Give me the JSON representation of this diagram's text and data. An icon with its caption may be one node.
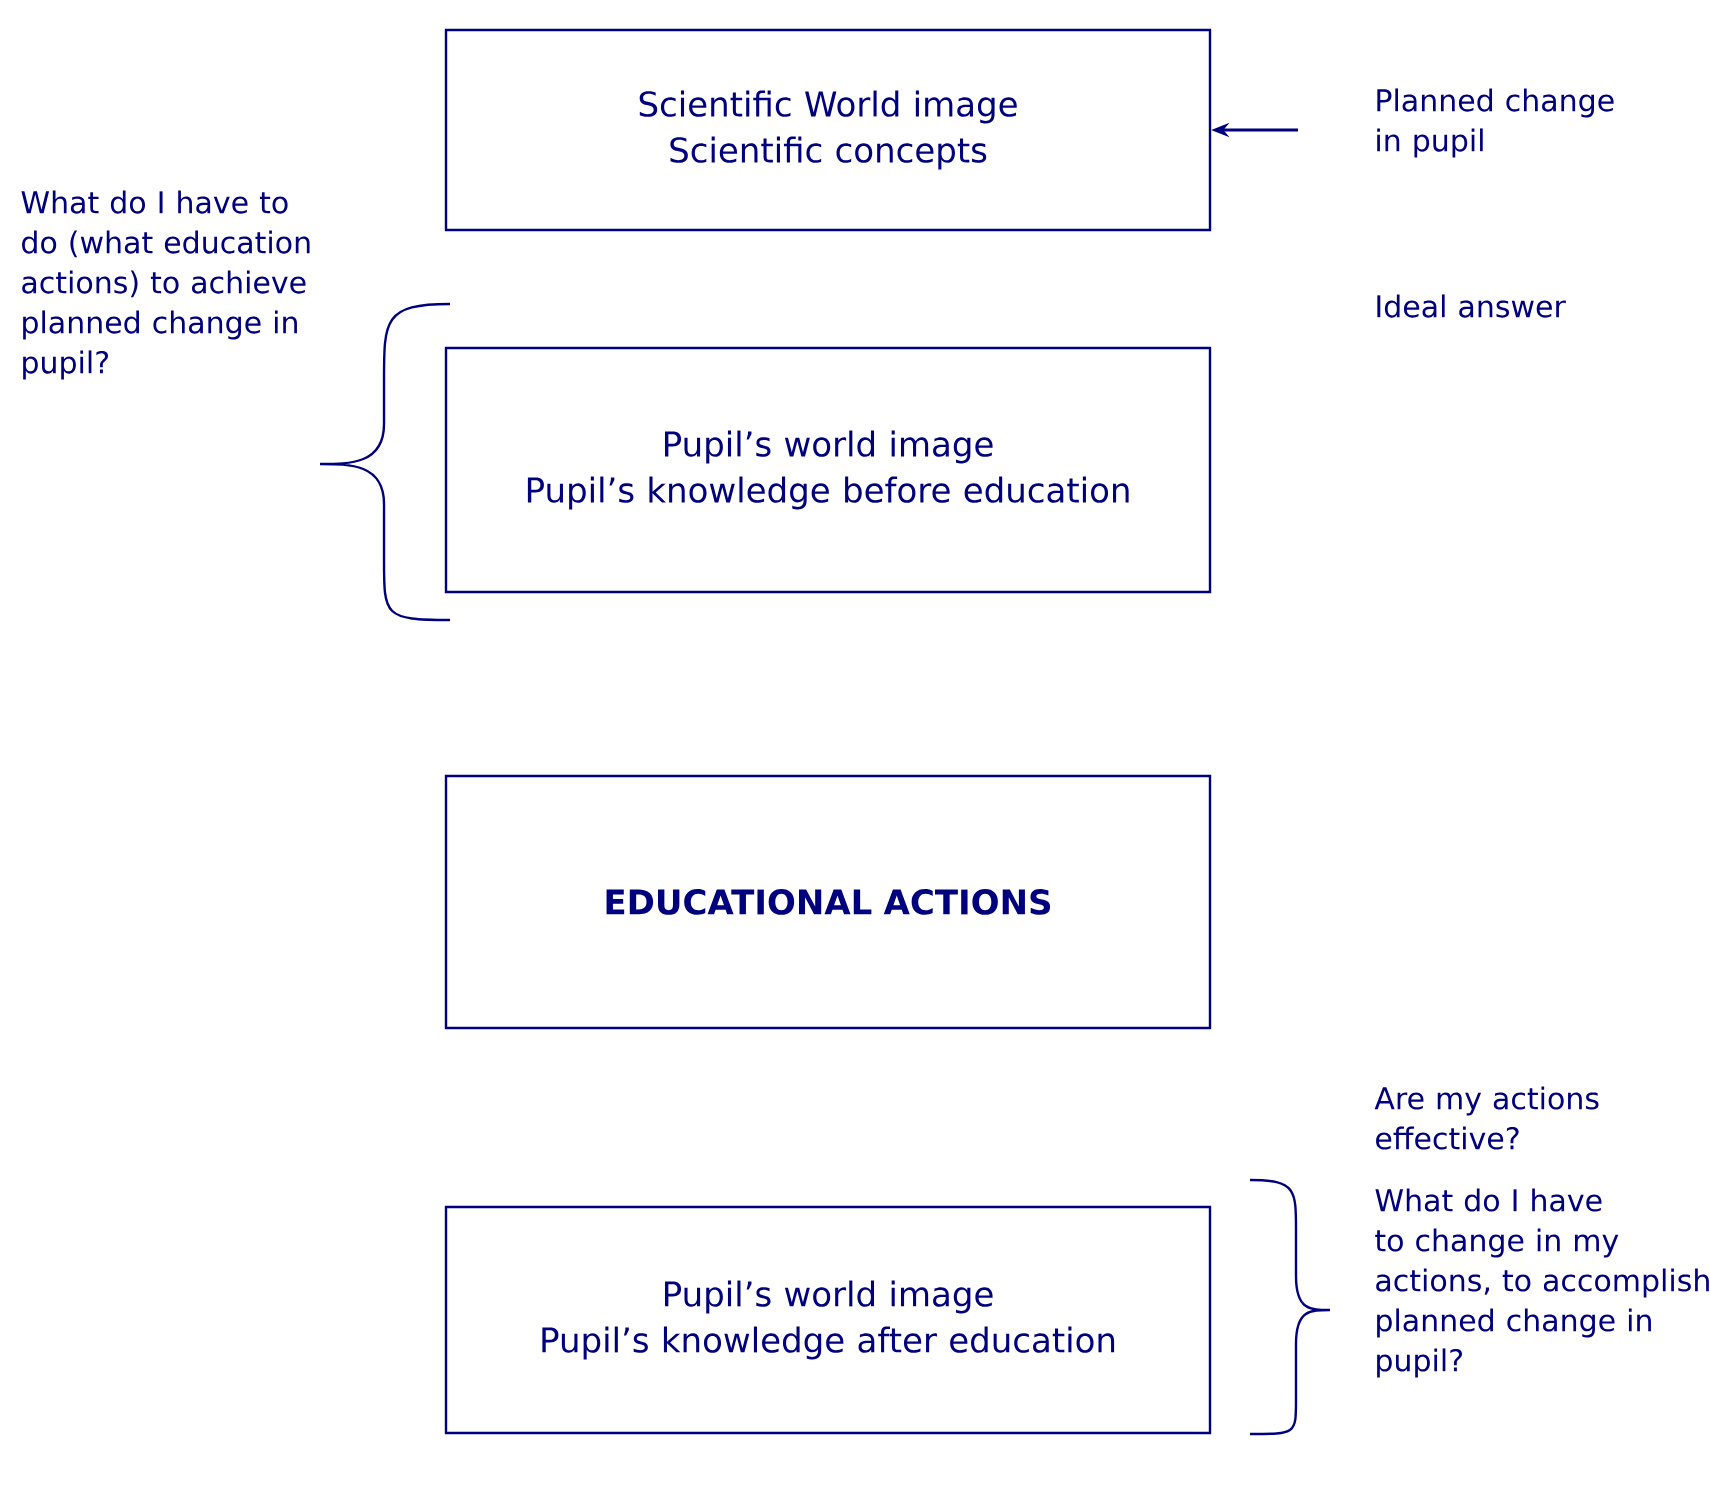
{
  "diagram": {
    "nodes": [
      {
        "text": [
          "Scientific World image",
          "Scientific concepts"
        ]
      },
      {
        "text": [
          "Planned change in pupil"
        ]
      },
      {
        "text": [
          "Pupil’s world image",
          "Pupil’s knowledge before education"
        ]
      },
      {
        "text": [
          "EDUCATIONAL ACTIONS"
        ]
      },
      {
        "text": [
          "Pupil’s world image",
          "Pupil’s knowledge after education"
        ]
      }
    ],
    "edges": [
      {
        "from": 1,
        "to": 0,
        "arrow": "to"
      }
    ],
    "labels": [
      "What do I have to do (what education actions) to achieve planned change in pupil?",
      "Ideal answer",
      "Are my actions effective?",
      "What do I have to change in my actions, to accomplish planned change in pupil?"
    ]
  }
}
